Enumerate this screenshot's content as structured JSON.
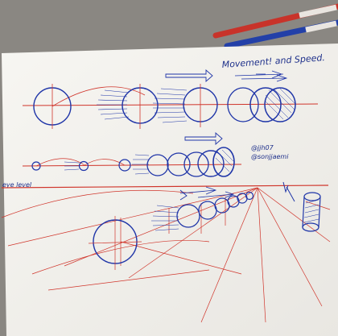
{
  "photo": {
    "description_free": true,
    "texts": {
      "title": "Movement! and Speed.",
      "eye_level": "eye level",
      "signature_top": "@jjh07",
      "signature_bottom": "@sonjjaemi"
    },
    "colors": {
      "background": "#8a8782",
      "paper": "#f4f3ef",
      "blue_ink": "#1f35a8",
      "red_ink": "#d0352b",
      "red_pen": "#c8332a",
      "blue_pen": "#2340a8"
    },
    "pens": [
      {
        "name": "red-pen",
        "color": "#c8332a"
      },
      {
        "name": "blue-pen",
        "color": "#2340a8"
      }
    ]
  }
}
